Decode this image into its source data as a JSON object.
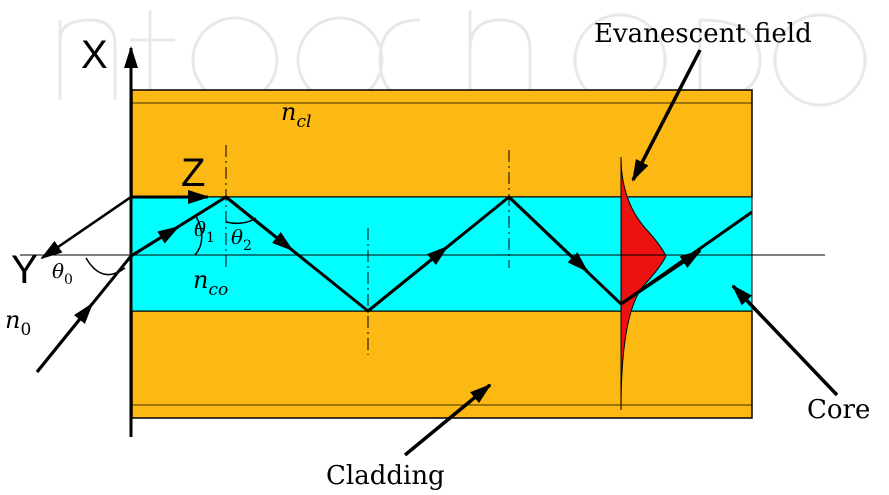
{
  "labels": {
    "axis_x": "X",
    "axis_y": "Y",
    "axis_z": "Z",
    "evanescent_field": "Evanescent field",
    "core": "Core",
    "cladding": "Cladding",
    "n_cl_base": "n",
    "n_cl_sub": "cl",
    "n_co_base": "n",
    "n_co_sub": "co",
    "n_0_base": "n",
    "n_0_sub": "0",
    "theta_0_base": "θ",
    "theta_0_sub": "0",
    "theta_1_base": "θ",
    "theta_1_sub": "1",
    "theta_2_base": "θ",
    "theta_2_sub": "2"
  },
  "colors": {
    "cladding": "#FDB913",
    "core": "#00FFFF",
    "evanescent": "#EE1111",
    "line": "#000000",
    "watermark": "#EEEEEE"
  }
}
